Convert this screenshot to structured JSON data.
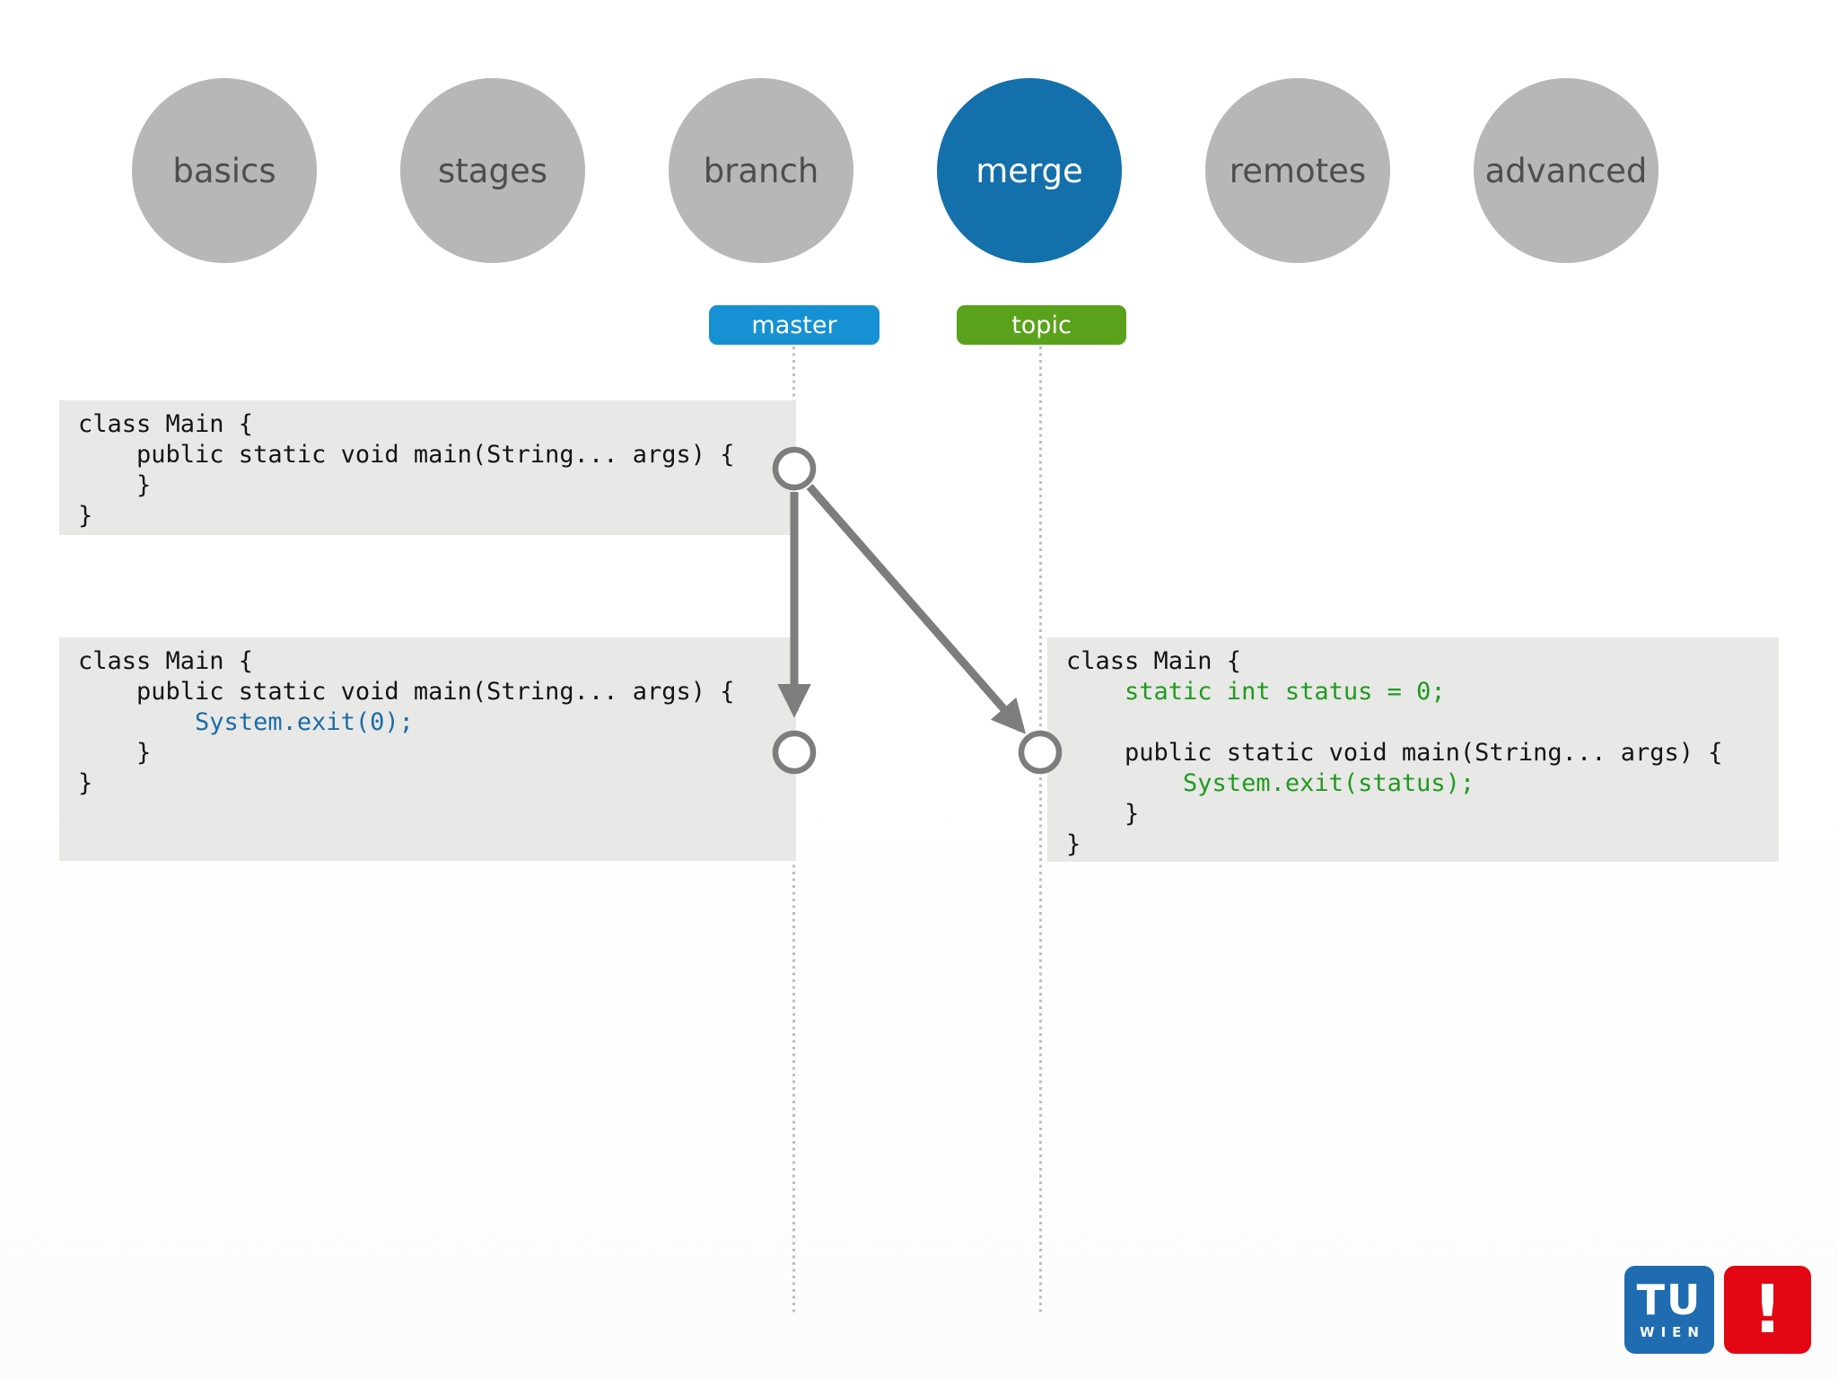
{
  "nav": {
    "items": [
      {
        "label": "basics",
        "active": false
      },
      {
        "label": "stages",
        "active": false
      },
      {
        "label": "branch",
        "active": false
      },
      {
        "label": "merge",
        "active": true
      },
      {
        "label": "remotes",
        "active": false
      },
      {
        "label": "advanced",
        "active": false
      }
    ]
  },
  "branches": {
    "master": {
      "label": "master",
      "color": "#1691d4"
    },
    "topic": {
      "label": "topic",
      "color": "#5aa21c"
    }
  },
  "code_blocks": {
    "initial": {
      "lines": [
        {
          "text": "class Main {",
          "color": "plain"
        },
        {
          "text": "    public static void main(String... args) {",
          "color": "plain"
        },
        {
          "text": "    }",
          "color": "plain"
        },
        {
          "text": "}",
          "color": "plain"
        }
      ]
    },
    "master_result": {
      "lines": [
        {
          "text": "class Main {",
          "color": "plain"
        },
        {
          "text": "    public static void main(String... args) {",
          "color": "plain"
        },
        {
          "text": "        System.exit(0);",
          "color": "blue"
        },
        {
          "text": "    }",
          "color": "plain"
        },
        {
          "text": "}",
          "color": "plain"
        }
      ]
    },
    "topic_result": {
      "lines": [
        {
          "text": "class Main {",
          "color": "plain"
        },
        {
          "text": "    static int status = 0;",
          "color": "green"
        },
        {
          "text": "",
          "color": "plain"
        },
        {
          "text": "    public static void main(String... args) {",
          "color": "plain"
        },
        {
          "text": "        System.exit(status);",
          "color": "green"
        },
        {
          "text": "    }",
          "color": "plain"
        },
        {
          "text": "}",
          "color": "plain"
        }
      ]
    }
  },
  "graph": {
    "nodes": [
      {
        "id": "commit-base",
        "branch": "master"
      },
      {
        "id": "commit-master",
        "branch": "master"
      },
      {
        "id": "commit-topic",
        "branch": "topic"
      }
    ],
    "edges": [
      {
        "from": "commit-base",
        "to": "commit-master"
      },
      {
        "from": "commit-base",
        "to": "commit-topic"
      }
    ]
  },
  "logos": {
    "tu": {
      "line1": "TU",
      "line2": "WIEN",
      "bg": "#1f6cb0"
    },
    "warn": {
      "glyph": "!",
      "bg": "#e30613"
    }
  },
  "palette": {
    "circle_gray": "#b7b7b7",
    "circle_text": "#4e4e4e",
    "active_circle_blue": "#1470ab",
    "master_label_blue": "#1691d4",
    "topic_label_green": "#5aa21c",
    "code_background": "#e8e8e6",
    "code_plain": "#141414",
    "code_blue": "#1b6ca8",
    "code_green": "#209a20",
    "graph_gray": "#7d7d7d",
    "lifeline_gray": "#bdbdbd"
  }
}
